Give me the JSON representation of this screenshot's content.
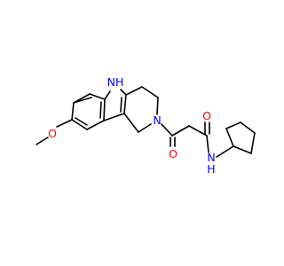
{
  "molecule": {
    "atoms": {
      "nh": "NH",
      "n_ring": "N",
      "o_methoxy": "O",
      "o_ketone": "O",
      "o_amide": "O",
      "nh_amide_n": "N",
      "nh_amide_h": "H"
    }
  },
  "colors": {
    "bond": "#000000",
    "nitrogen": "#0000ff",
    "oxygen": "#ff0000"
  }
}
